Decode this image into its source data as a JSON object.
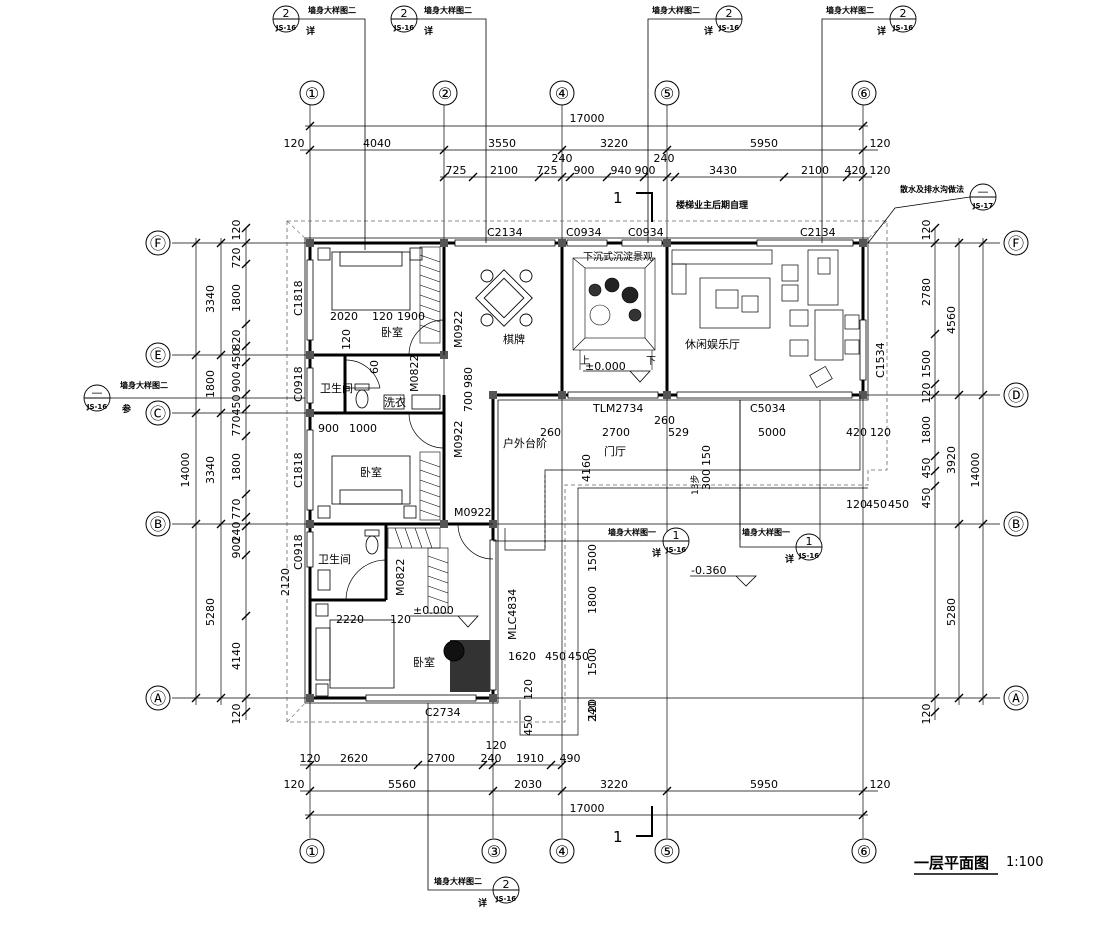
{
  "axes": {
    "top": [
      "①",
      "②",
      "④",
      "⑤",
      "⑥"
    ],
    "bottom": [
      "①",
      "③",
      "④",
      "⑤",
      "⑥"
    ],
    "left": [
      "Ⓕ",
      "Ⓔ",
      "Ⓒ",
      "Ⓑ",
      "Ⓐ"
    ],
    "right": [
      "Ⓕ",
      "Ⓓ",
      "Ⓑ",
      "Ⓐ"
    ]
  },
  "dims_top": {
    "total": "17000",
    "row2": [
      "120",
      "4040",
      "3550",
      "3220",
      "5950",
      "120"
    ],
    "row3": [
      "725",
      "2100",
      "725",
      "240",
      "900",
      "940",
      "900",
      "240",
      "3430",
      "2100",
      "420",
      "120"
    ]
  },
  "dims_bottom": {
    "row1": [
      "120",
      "2620",
      "2700",
      "120",
      "240",
      "1910",
      "490"
    ],
    "row2": [
      "120",
      "5560",
      "2030",
      "3220",
      "5950",
      "120"
    ],
    "total": "17000"
  },
  "dims_left": {
    "total": "14000",
    "row1": [
      "3340",
      "1800",
      "3340",
      "5280"
    ],
    "row2": [
      "120",
      "720",
      "1800",
      "820",
      "450",
      "900",
      "450",
      "770",
      "1800",
      "770",
      "240",
      "900",
      "2120",
      "4140",
      "120"
    ]
  },
  "dims_right": {
    "total": "14000",
    "row1": [
      "4560",
      "3920",
      "5280"
    ],
    "row2": [
      "120",
      "2780",
      "1500",
      "120",
      "1800",
      "450",
      "450",
      "120"
    ]
  },
  "inner_dims": [
    "2020",
    "120",
    "1900",
    "120",
    "60",
    "980",
    "700",
    "900",
    "1000",
    "260",
    "2700",
    "260",
    "529",
    "5000",
    "420",
    "120",
    "4160",
    "150",
    "300",
    "1500",
    "1800",
    "1500",
    "120",
    "120",
    "450",
    "450",
    "120",
    "450",
    "1620",
    "450",
    "450",
    "2220",
    "120",
    "240"
  ],
  "windows": [
    "C2134",
    "C0934",
    "C0934",
    "C2134",
    "C1818",
    "C0918",
    "C1818",
    "C0918",
    "C1534",
    "C2734",
    "C5034",
    "TLM2734",
    "MLC4834"
  ],
  "doors": [
    "M0922",
    "M0822",
    "M0922",
    "M0922",
    "M0822"
  ],
  "rooms": [
    "卧室",
    "棋牌",
    "卫生间",
    "洗衣",
    "卧室",
    "卫生间",
    "卧室",
    "休闲娱乐厅",
    "户外台阶",
    "门厅",
    "下沉式沉淀景观"
  ],
  "levels": [
    "±0.000",
    "±0.000",
    "-0.360"
  ],
  "labels": [
    "上",
    "下",
    "楼梯业主后期自理",
    "1",
    "1",
    "13步"
  ],
  "callouts": [
    {
      "text": "墙身大样图二",
      "num": "2",
      "sheet": "JS-16",
      "tag": "详"
    },
    {
      "text": "墙身大样图二",
      "num": "2",
      "sheet": "JS-16",
      "tag": "详"
    },
    {
      "text": "墙身大样图二",
      "num": "2",
      "sheet": "JS-16",
      "tag": "详"
    },
    {
      "text": "墙身大样图二",
      "num": "2",
      "sheet": "JS-16",
      "tag": "详"
    },
    {
      "text": "墙身大样图二",
      "num": "—",
      "sheet": "JS-16",
      "tag": "参"
    },
    {
      "text": "墙身大样图一",
      "num": "1",
      "sheet": "JS-16",
      "tag": "详"
    },
    {
      "text": "墙身大样图一",
      "num": "1",
      "sheet": "JS-16",
      "tag": "详"
    },
    {
      "text": "墙身大样图二",
      "num": "2",
      "sheet": "JS-16",
      "tag": "详"
    },
    {
      "text": "散水及排水沟做法",
      "num": "—",
      "sheet": "JS-17",
      "tag": ""
    }
  ],
  "title": {
    "text": "一层平面图",
    "scale": "1:100"
  }
}
